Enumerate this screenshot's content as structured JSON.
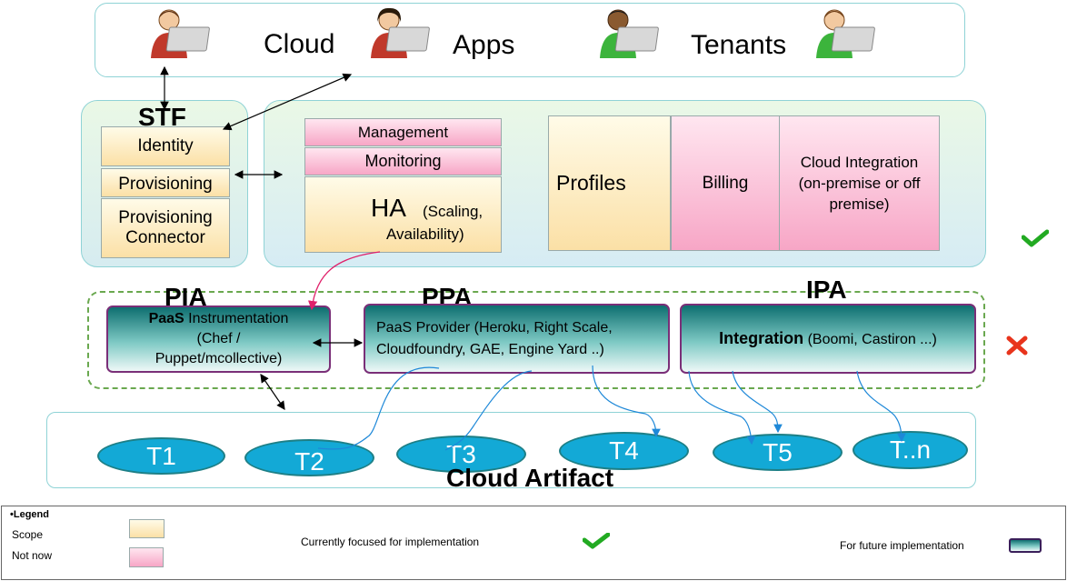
{
  "top_bar": {
    "cloud": "Cloud",
    "apps": "Apps",
    "tenants": "Tenants"
  },
  "stf": {
    "title": "STF",
    "identity": "Identity",
    "provisioning": "Provisioning",
    "connector_line1": "Provisioning",
    "connector_line2": "Connector"
  },
  "services": {
    "management": "Management",
    "monitoring": "Monitoring",
    "ha_main": "HA",
    "ha_sub1": "(Scaling,",
    "ha_sub2": "Availability)",
    "profiles": "Profiles",
    "billing": "Billing",
    "cloud_integration_1": "Cloud Integration",
    "cloud_integration_2": "(on-premise or off",
    "cloud_integration_3": "premise)"
  },
  "pia": {
    "title": "PIA",
    "bold": "PaaS",
    "line1": " Instrumentation",
    "line2": "(Chef /",
    "line3": "Puppet/mcollective)"
  },
  "ppa": {
    "title": "PPA",
    "line1": "PaaS Provider (Heroku, Right Scale,",
    "line2": "Cloudfoundry, GAE, Engine Yard ..)"
  },
  "ipa": {
    "title": "IPA",
    "bold": "Integration",
    "rest": " (Boomi, Castiron ...)"
  },
  "artifacts": {
    "title": "Cloud Artifact",
    "items": [
      "T1",
      "T2",
      "T3",
      "T4",
      "T5",
      "T..n"
    ]
  },
  "legend": {
    "title": "Legend",
    "scope": "Scope",
    "not_now": "Not now",
    "focused": "Currently focused for implementation",
    "future": "For future implementation"
  },
  "colors": {
    "scope": "#fbe0a6",
    "not_now": "#f7a6c6",
    "future": "#2a9a98",
    "check": "#22aa22",
    "cross": "#e8341c",
    "arrow_pink": "#e0206a",
    "arrow_blue": "#1e88d8"
  },
  "icons": [
    "person-icon",
    "check-icon",
    "cross-icon"
  ]
}
